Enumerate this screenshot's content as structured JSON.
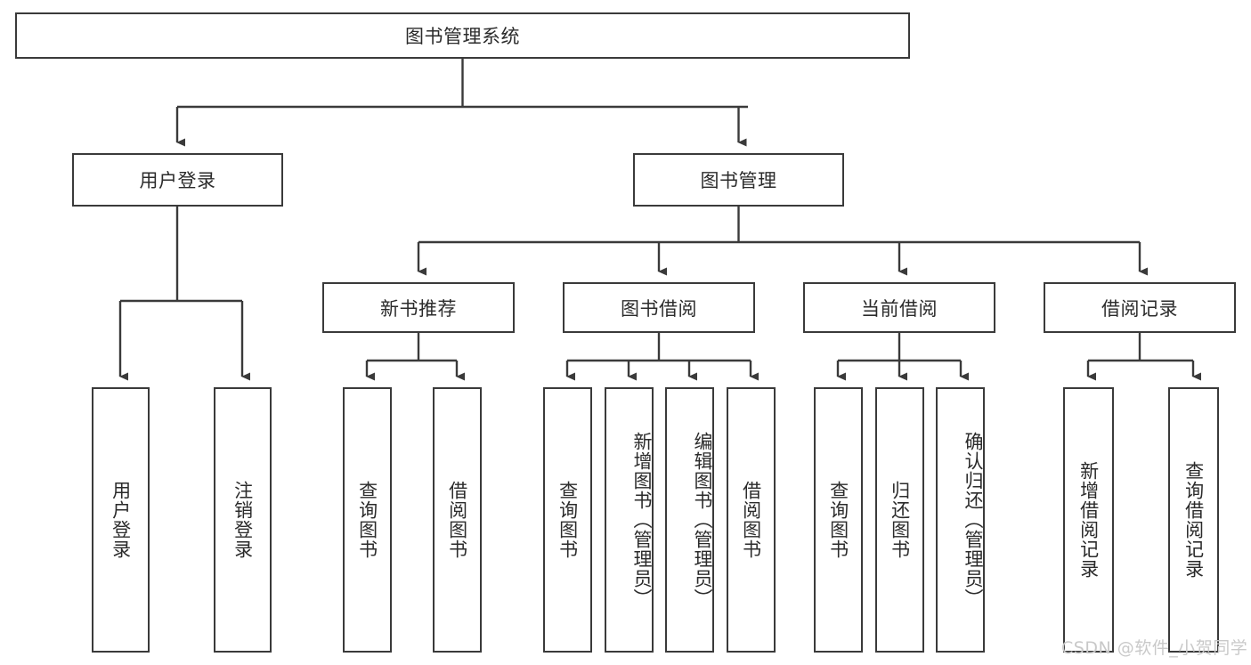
{
  "diagram": {
    "title": "图书管理系统",
    "type": "tree-hierarchy",
    "root": {
      "label": "图书管理系统"
    },
    "level2": [
      {
        "label": "用户登录"
      },
      {
        "label": "图书管理"
      }
    ],
    "level3": [
      {
        "label": "新书推荐"
      },
      {
        "label": "图书借阅"
      },
      {
        "label": "当前借阅"
      },
      {
        "label": "借阅记录"
      }
    ],
    "leaves": {
      "user_login": [
        {
          "label": "用户登录"
        },
        {
          "label": "注销登录"
        }
      ],
      "new_book_recommend": [
        {
          "label": "查询图书"
        },
        {
          "label": "借阅图书"
        }
      ],
      "book_borrow": [
        {
          "label": "查询图书"
        },
        {
          "label": "新增图书（管理员）"
        },
        {
          "label": "编辑图书（管理员）"
        },
        {
          "label": "借阅图书"
        }
      ],
      "current_borrow": [
        {
          "label": "查询图书"
        },
        {
          "label": "归还图书"
        },
        {
          "label": "确认归还（管理员）"
        }
      ],
      "borrow_record": [
        {
          "label": "新增借阅记录"
        },
        {
          "label": "查询借阅记录"
        }
      ]
    }
  },
  "watermark": {
    "text": "CSDN @软件_小贺同学"
  },
  "colors": {
    "stroke": "#3a3a3a",
    "text": "#2b2b2b",
    "background": "#ffffff",
    "watermark": "#c9c9c9"
  }
}
